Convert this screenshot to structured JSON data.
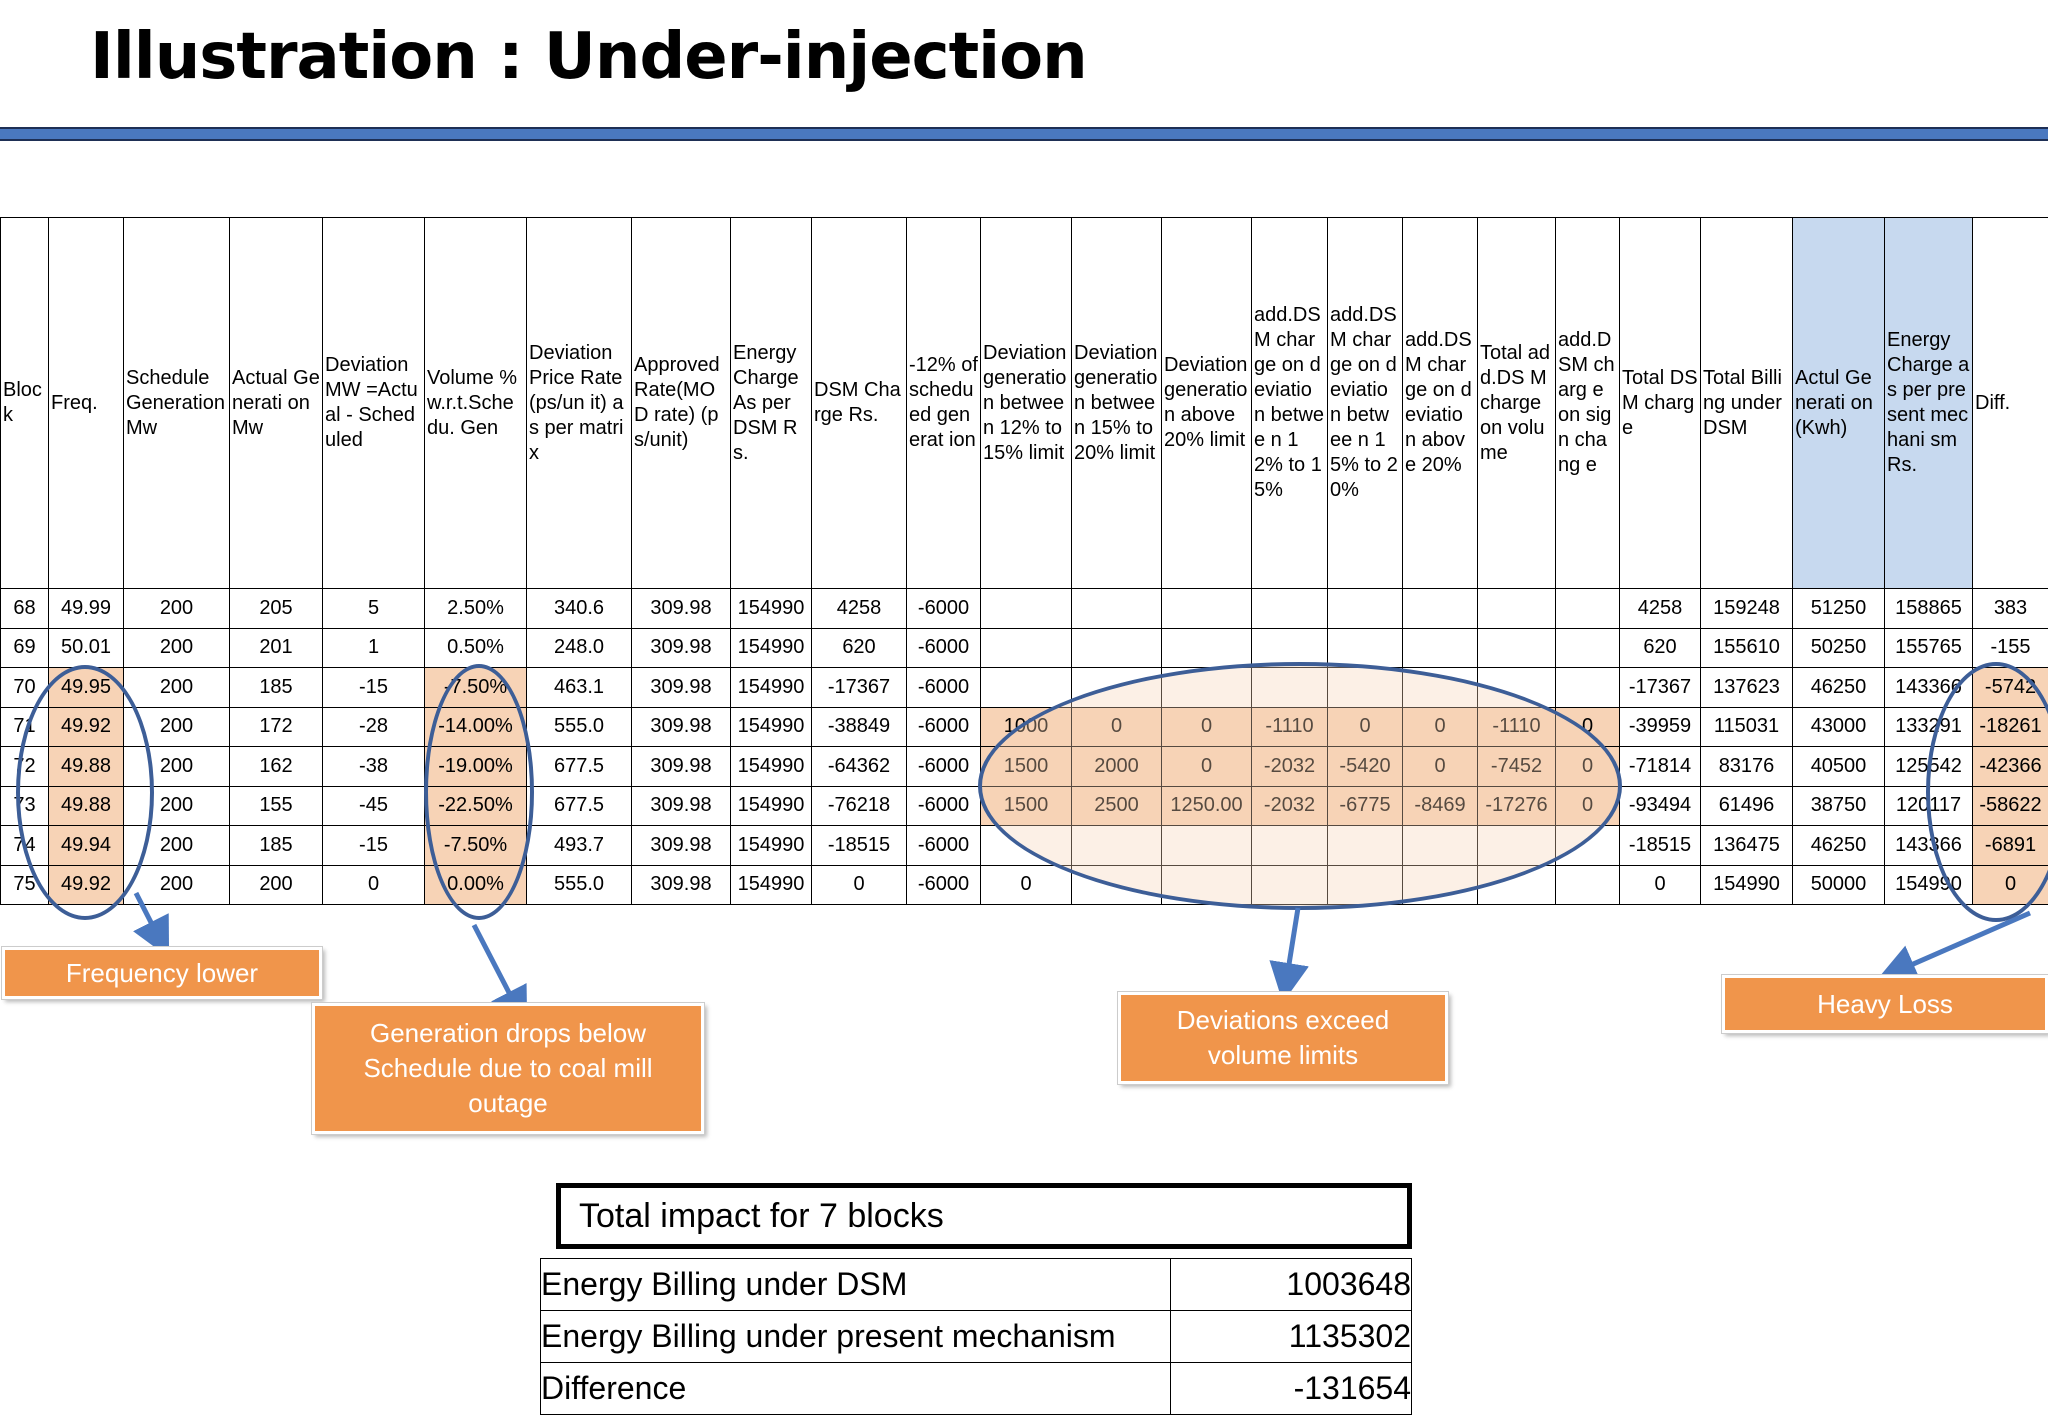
{
  "title": "Illustration : Under-injection",
  "table": {
    "headers": [
      "Bloc k",
      "Freq.",
      "Schedule Generation Mw",
      "Actual Generati on Mw",
      "Deviation MW =Actual - Scheduled",
      "Volume % w.r.t.Sche du. Gen",
      "Deviation Price Rate(ps/un it) as per matrix",
      "Approved Rate(MO D rate) (ps/unit)",
      "Energy Charge As per DSM Rs.",
      "DSM Charge Rs.",
      "-12% of schedu ed generat ion",
      "Deviation generatio n between 12% to 15% limit",
      "Deviation generatio n between 15% to 20% limit",
      "Deviation generatio n above 20% limit",
      "add.DS M charge on deviatio n betwee n 12% to 15%",
      "add.DS M charge on deviatio n betwee n 15% to 20%",
      "add.DS M charge on deviatio n above 20%",
      "Total add.DS M charge on volume",
      "add.D SM charg e on sign chang e",
      "Total DSM charge",
      "Total Billing under DSM",
      "Actul Generati on (Kwh)",
      "Energy Charge as per present mechani sm  Rs.",
      "Diff."
    ],
    "rows": [
      [
        "68",
        "49.99",
        "200",
        "205",
        "5",
        "2.50%",
        "340.6",
        "309.98",
        "154990",
        "4258",
        "-6000",
        "",
        "",
        "",
        "",
        "",
        "",
        "",
        "",
        "4258",
        "159248",
        "51250",
        "158865",
        "383"
      ],
      [
        "69",
        "50.01",
        "200",
        "201",
        "1",
        "0.50%",
        "248.0",
        "309.98",
        "154990",
        "620",
        "-6000",
        "",
        "",
        "",
        "",
        "",
        "",
        "",
        "",
        "620",
        "155610",
        "50250",
        "155765",
        "-155"
      ],
      [
        "70",
        "49.95",
        "200",
        "185",
        "-15",
        "-7.50%",
        "463.1",
        "309.98",
        "154990",
        "-17367",
        "-6000",
        "",
        "",
        "",
        "",
        "",
        "",
        "",
        "",
        "-17367",
        "137623",
        "46250",
        "143366",
        "-5742"
      ],
      [
        "71",
        "49.92",
        "200",
        "172",
        "-28",
        "-14.00%",
        "555.0",
        "309.98",
        "154990",
        "-38849",
        "-6000",
        "1000",
        "0",
        "0",
        "-1110",
        "0",
        "0",
        "-1110",
        "0",
        "-39959",
        "115031",
        "43000",
        "133291",
        "-18261"
      ],
      [
        "72",
        "49.88",
        "200",
        "162",
        "-38",
        "-19.00%",
        "677.5",
        "309.98",
        "154990",
        "-64362",
        "-6000",
        "1500",
        "2000",
        "0",
        "-2032",
        "-5420",
        "0",
        "-7452",
        "0",
        "-71814",
        "83176",
        "40500",
        "125542",
        "-42366"
      ],
      [
        "73",
        "49.88",
        "200",
        "155",
        "-45",
        "-22.50%",
        "677.5",
        "309.98",
        "154990",
        "-76218",
        "-6000",
        "1500",
        "2500",
        "1250.00",
        "-2032",
        "-6775",
        "-8469",
        "-17276",
        "0",
        "-93494",
        "61496",
        "38750",
        "120117",
        "-58622"
      ],
      [
        "74",
        "49.94",
        "200",
        "185",
        "-15",
        "-7.50%",
        "493.7",
        "309.98",
        "154990",
        "-18515",
        "-6000",
        "",
        "",
        "",
        "",
        "",
        "",
        "",
        "",
        "-18515",
        "136475",
        "46250",
        "143366",
        "-6891"
      ],
      [
        "75",
        "49.92",
        "200",
        "200",
        "0",
        "0.00%",
        "555.0",
        "309.98",
        "154990",
        "0",
        "-6000",
        "0",
        "",
        "",
        "",
        "",
        "",
        "",
        "",
        "0",
        "154990",
        "50000",
        "154990",
        "0"
      ]
    ]
  },
  "callouts": {
    "frequency": "Frequency lower",
    "generation": "Generation drops below Schedule due to coal mill outage",
    "deviations": "Deviations exceed volume limits",
    "loss": "Heavy Loss"
  },
  "impact": {
    "title": "Total impact for 7 blocks",
    "rows": [
      {
        "label": "Energy Billing under DSM",
        "value": "1003648"
      },
      {
        "label": "Energy Billing under present mechanism",
        "value": "1135302"
      },
      {
        "label": "Difference",
        "value": "-131654"
      }
    ]
  },
  "colors": {
    "accent_bar": "#4a78bf",
    "callout": "#f0954b",
    "highlight": "#f7d3b6",
    "header_blue": "#c7d9ef",
    "oval_stroke": "#3d5e97"
  }
}
